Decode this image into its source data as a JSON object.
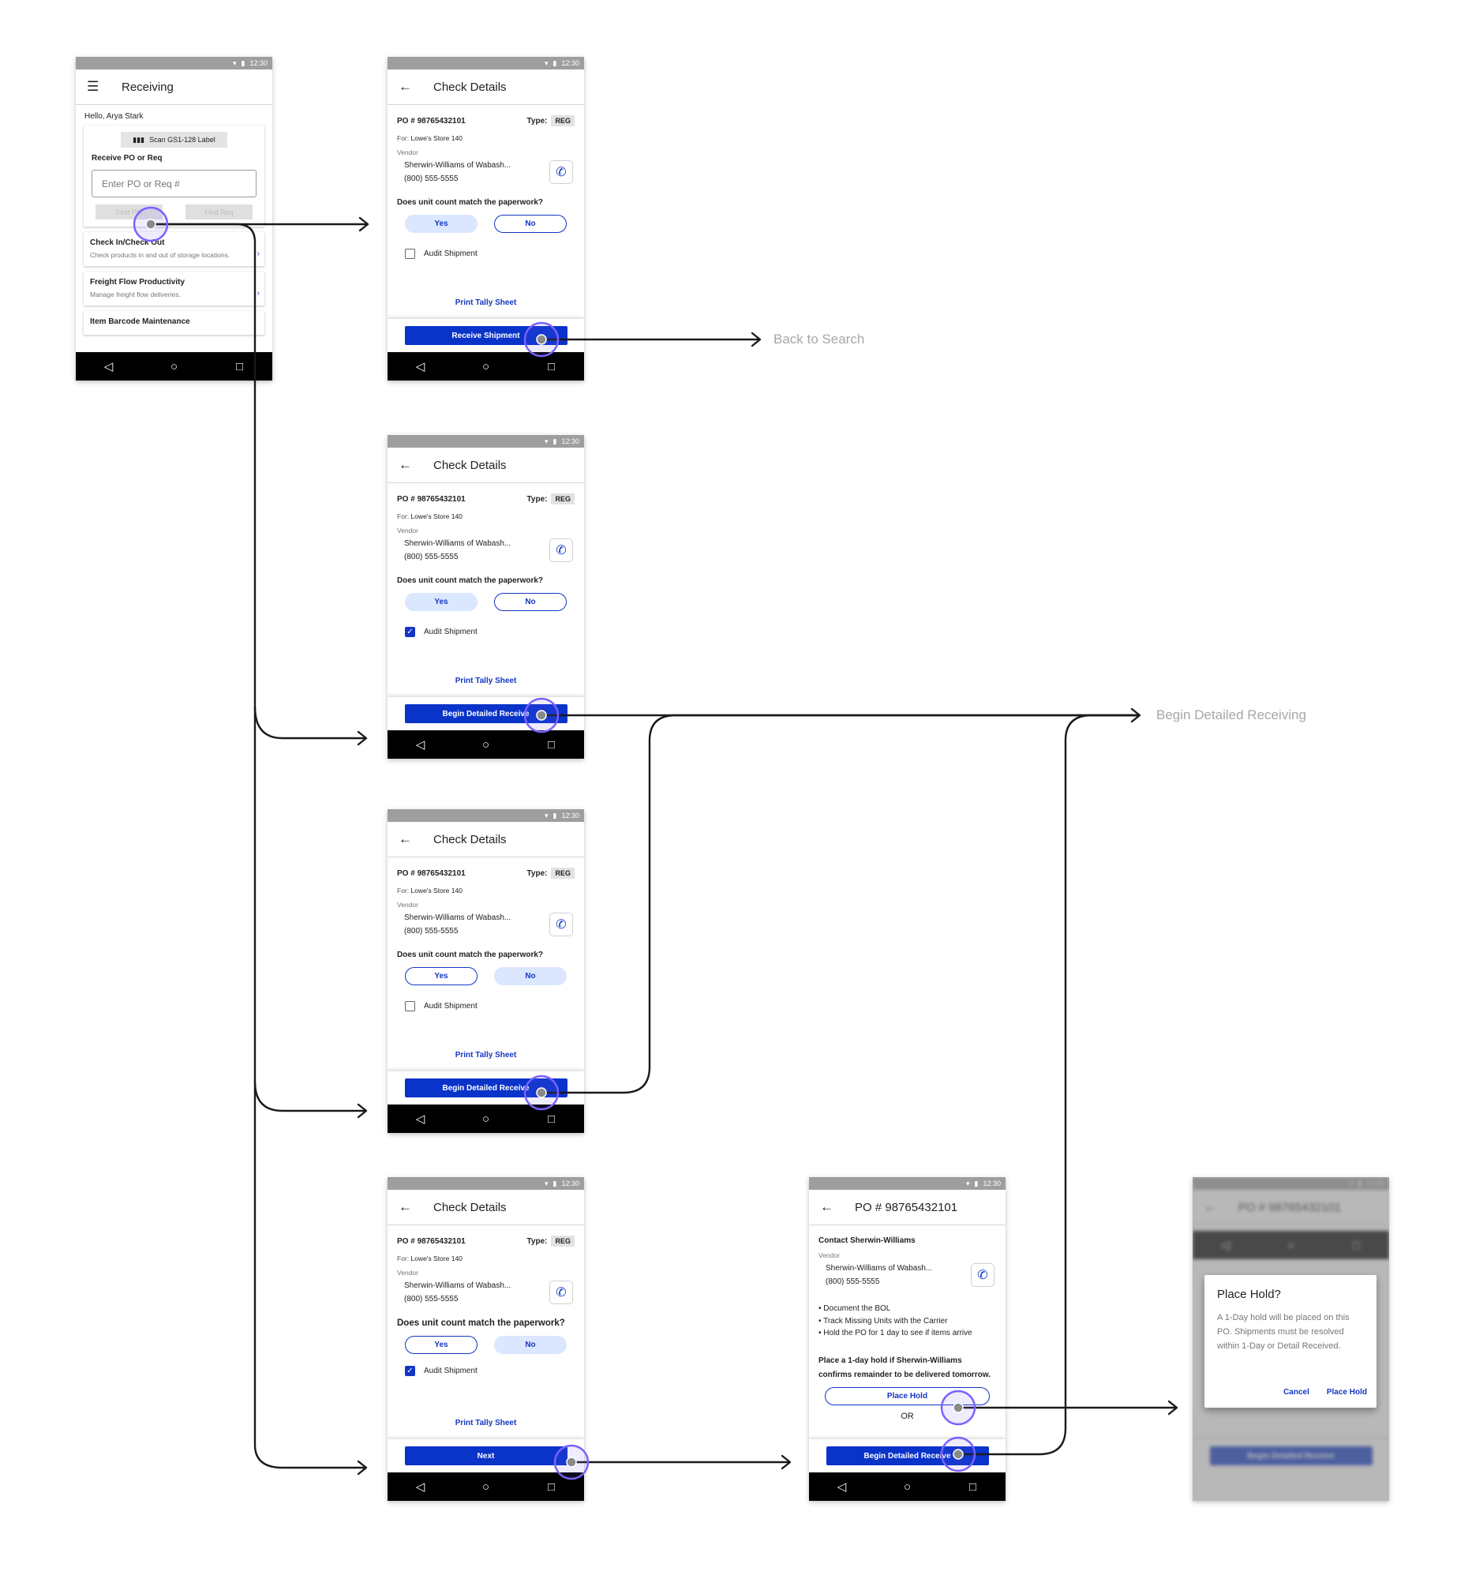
{
  "status_time": "12:30",
  "receiving": {
    "title": "Receiving",
    "greeting": "Hello, Arya Stark",
    "scan_label": "Scan GS1-128 Label",
    "receive_label": "Receive PO or Req",
    "po_placeholder": "Enter PO or Req #",
    "find_po": "Find PO",
    "find_req": "Find Req",
    "items": [
      {
        "title": "Check In/Check Out",
        "subtitle": "Check products in and out of storage locations."
      },
      {
        "title": "Freight Flow Productivity",
        "subtitle": "Manage freight flow deliveries."
      },
      {
        "title": "Item Barcode Maintenance",
        "subtitle": ""
      }
    ]
  },
  "check_details": {
    "title": "Check Details",
    "po_number": "PO # 98765432101",
    "type_label": "Type:",
    "type_value": "REG",
    "for_label": "For:",
    "for_value": "Lowe's Store  140",
    "vendor_label": "Vendor",
    "vendor_name": "Sherwin-Williams of Wabash...",
    "vendor_phone": "(800) 555-5555",
    "question": "Does unit count match the paperwork?",
    "yes": "Yes",
    "no": "No",
    "audit": "Audit Shipment",
    "print": "Print Tally Sheet",
    "btn_receive": "Receive Shipment",
    "btn_detailed": "Begin Detailed Receive",
    "btn_next": "Next"
  },
  "contact": {
    "title": "PO # 98765432101",
    "heading": "Contact Sherwin-Williams",
    "vendor_label": "Vendor",
    "vendor_name": "Sherwin-Williams of Wabash...",
    "vendor_phone": "(800) 555-5555",
    "bullets": [
      "• Document the BOL",
      "• Track Missing Units with the Carrier",
      "• Hold the PO for 1 day to see if items arrive"
    ],
    "hold_text": "Place a 1-day hold if Sherwin-Williams confirms remainder to be delivered tomorrow.",
    "place_hold": "Place Hold",
    "or": "OR",
    "btn_detailed": "Begin Detailed Receive"
  },
  "dialog": {
    "title": "Place Hold?",
    "body": "A 1-Day hold will be placed on this PO. Shipments must be resolved within 1-Day or Detail Received.",
    "cancel": "Cancel",
    "confirm": "Place Hold"
  },
  "destinations": {
    "back_to_search": "Back to Search",
    "begin_detailed": "Begin Detailed Receiving"
  },
  "colors": {
    "primary": "#0a33c9",
    "accent_text": "#1436c4",
    "tap_marker": "#7b61ff",
    "connector": "#1a1a1a",
    "destination_text": "#a7a7a7"
  }
}
